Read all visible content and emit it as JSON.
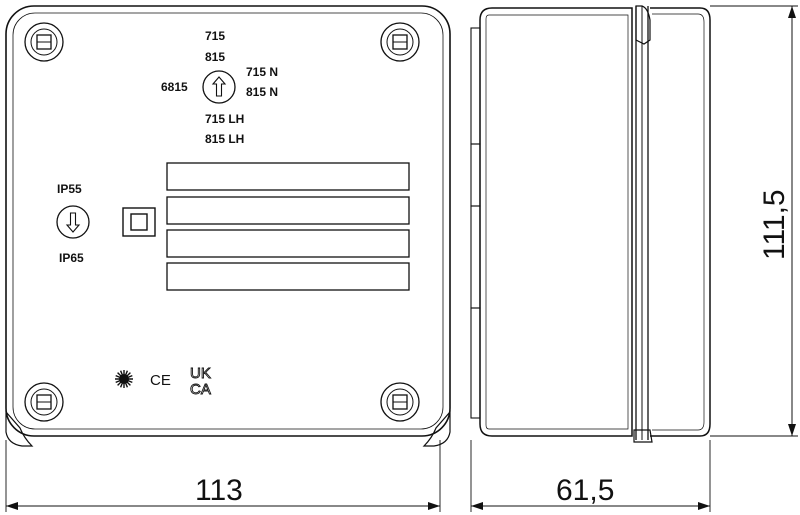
{
  "front_view": {
    "model_top": [
      "715",
      "815"
    ],
    "model_left": "6815",
    "model_right": [
      "715 N",
      "815 N"
    ],
    "model_bottom": [
      "715 LH",
      "815 LH"
    ],
    "rating_top": "IP55",
    "rating_bottom": "IP65",
    "marks": {
      "ce": "CE",
      "ukca_line1": "UK",
      "ukca_line2": "CA"
    },
    "label_strips": 4
  },
  "dimensions": {
    "width": "113",
    "depth": "61,5",
    "height": "111,5"
  }
}
